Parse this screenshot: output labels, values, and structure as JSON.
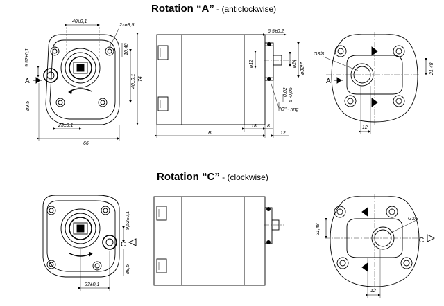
{
  "section_a": {
    "title_bold": "Rotation “A”",
    "title_rest": " - (anticlockwise)",
    "front": {
      "dim_top": "40±0,1",
      "dim_holes": "2xø8,5",
      "dim_left": "9,52±0,1",
      "dim_port": "ø9,5",
      "dim_1048": "10,48",
      "dim_40": "40±0,1",
      "dim_74": "74",
      "dim_23": "23±0,1",
      "dim_66": "66",
      "port_label": "A"
    },
    "side": {
      "dim_65": "6,5±0,2",
      "dim_12": "ø12",
      "dim_24": "ø24",
      "dim_32": "ø32f7",
      "dim_002": "0,02",
      "dim_5": "5 -0,05",
      "oring": "\"O\" - ring",
      "dim_B": "B",
      "dim_18": "18",
      "dim_8": "8",
      "dim_12b": "12"
    },
    "rear": {
      "dim_g": "G3/8",
      "dim_2148": "21,48",
      "dim_12": "12",
      "port_label": "A"
    }
  },
  "section_c": {
    "title_bold": "Rotation “C”",
    "title_rest": " - (clockwise)",
    "front": {
      "dim_952": "9,52±0,1",
      "dim_95": "ø9,5",
      "dim_23": "23±0,1",
      "port_label": "C"
    },
    "rear": {
      "dim_g": "G3/8",
      "dim_2148": "21,48",
      "dim_12": "12",
      "port_label": "C"
    }
  }
}
